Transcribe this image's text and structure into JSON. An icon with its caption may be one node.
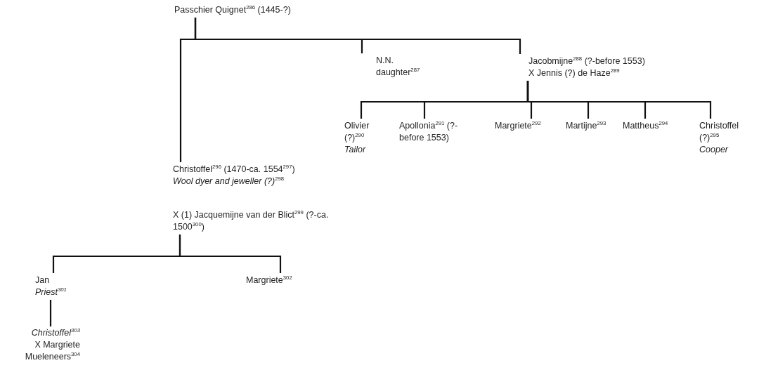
{
  "diagram": {
    "nodes": [
      {
        "text": [
          "Passchier Quignet$^{286}$ (1445-?)"
        ]
      },
      {
        "text": [
          "N.N. daughter$^{287}$"
        ]
      },
      {
        "text": [
          "Jacobmijne$^{288}$ (?-before 1553)",
          "X Jennis (?) de Haze$^{289}$"
        ]
      },
      {
        "text": [
          "Olivier (?)$^{290}$",
          "Tailor"
        ]
      },
      {
        "text": [
          "Apollonia$^{291}$ (?-before 1553)"
        ]
      },
      {
        "text": [
          "Margriete$^{292}$"
        ]
      },
      {
        "text": [
          "Martijne$^{293}$"
        ]
      },
      {
        "text": [
          "Mattheus$^{294}$"
        ]
      },
      {
        "text": [
          "Christoffel (?)$^{295}$",
          "Cooper"
        ]
      },
      {
        "text": [
          "Christoffel$^{296}$ (1470-ca. 1554$^{297}$)",
          "*Wool dyer and jeweller (?)*$^{298}$"
        ]
      },
      {
        "text": [
          "X (1) Jacquemijne van der Blict$^{299}$ (?-ca. 1500$^{300}$)"
        ]
      },
      {
        "text": [
          "Jan",
          "Priest$^{301}$"
        ]
      },
      {
        "text": [
          "Margriete$^{302}$"
        ]
      },
      {
        "text": [
          "Christoffel$^{303}$",
          "X Margriete Mueleneers$^{304}$"
        ]
      }
    ],
    "edges": [
      {
        "from": 0,
        "to": 9,
        "arrow": "none"
      },
      {
        "from": 0,
        "to": 1,
        "arrow": "none"
      },
      {
        "from": 0,
        "to": 2,
        "arrow": "none"
      },
      {
        "from": 2,
        "to": 3,
        "arrow": "none"
      },
      {
        "from": 2,
        "to": 4,
        "arrow": "none"
      },
      {
        "from": 2,
        "to": 5,
        "arrow": "none"
      },
      {
        "from": 2,
        "to": 6,
        "arrow": "none"
      },
      {
        "from": 2,
        "to": 7,
        "arrow": "none"
      },
      {
        "from": 2,
        "to": 8,
        "arrow": "none"
      },
      {
        "from": 10,
        "to": 11,
        "arrow": "none"
      },
      {
        "from": 10,
        "to": 12,
        "arrow": "none"
      },
      {
        "from": 11,
        "to": 13,
        "arrow": "none"
      }
    ]
  }
}
